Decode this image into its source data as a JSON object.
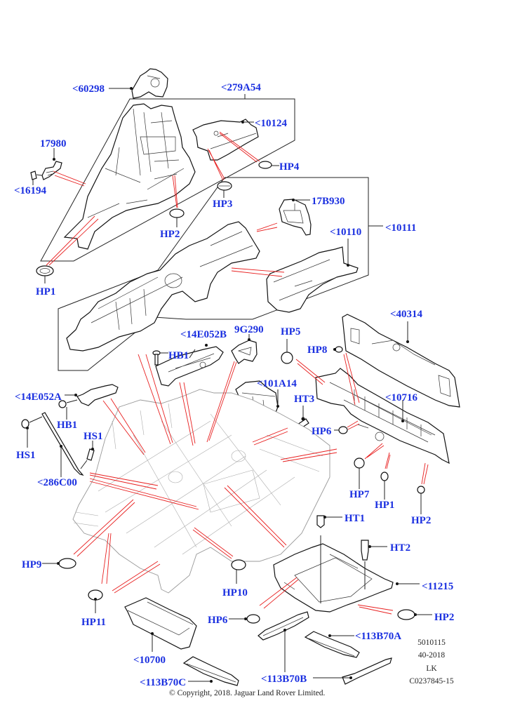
{
  "diagram": {
    "title": "Floor pan and rear body structure - exploded parts view",
    "callouts": [
      {
        "id": "c-60298",
        "text": "<60298"
      },
      {
        "id": "c-279A54",
        "text": "<279A54"
      },
      {
        "id": "c-10124",
        "text": "<10124"
      },
      {
        "id": "c-17980",
        "text": "17980"
      },
      {
        "id": "c-16194",
        "text": "<16194"
      },
      {
        "id": "c-HP4",
        "text": "HP4"
      },
      {
        "id": "c-HP3",
        "text": "HP3"
      },
      {
        "id": "c-HP2-top",
        "text": "HP2"
      },
      {
        "id": "c-17B930",
        "text": "17B930"
      },
      {
        "id": "c-10110",
        "text": "<10110"
      },
      {
        "id": "c-10111",
        "text": "<10111"
      },
      {
        "id": "c-HP1-top",
        "text": "HP1"
      },
      {
        "id": "c-40314",
        "text": "<40314"
      },
      {
        "id": "c-14E052B",
        "text": "<14E052B"
      },
      {
        "id": "c-9G290",
        "text": "9G290"
      },
      {
        "id": "c-HP5",
        "text": "HP5"
      },
      {
        "id": "c-HP8",
        "text": "HP8"
      },
      {
        "id": "c-HB1-top",
        "text": "HB1"
      },
      {
        "id": "c-101A14",
        "text": "<101A14"
      },
      {
        "id": "c-HT3",
        "text": "HT3"
      },
      {
        "id": "c-10716",
        "text": "<10716"
      },
      {
        "id": "c-14E052A",
        "text": "<14E052A"
      },
      {
        "id": "c-HB1-left",
        "text": "HB1"
      },
      {
        "id": "c-HS1-left",
        "text": "HS1"
      },
      {
        "id": "c-HS1-mid",
        "text": "HS1"
      },
      {
        "id": "c-HP6-right",
        "text": "HP6"
      },
      {
        "id": "c-286C00",
        "text": "<286C00"
      },
      {
        "id": "c-HP7",
        "text": "HP7"
      },
      {
        "id": "c-HP1-right",
        "text": "HP1"
      },
      {
        "id": "c-HP2-right",
        "text": "HP2"
      },
      {
        "id": "c-HT1",
        "text": "HT1"
      },
      {
        "id": "c-HT2",
        "text": "HT2"
      },
      {
        "id": "c-HP9",
        "text": "HP9"
      },
      {
        "id": "c-HP10",
        "text": "HP10"
      },
      {
        "id": "c-11215",
        "text": "<11215"
      },
      {
        "id": "c-HP11",
        "text": "HP11"
      },
      {
        "id": "c-HP6-bottom",
        "text": "HP6"
      },
      {
        "id": "c-HP2-bottom",
        "text": "HP2"
      },
      {
        "id": "c-113B70A",
        "text": "<113B70A"
      },
      {
        "id": "c-10700",
        "text": "<10700"
      },
      {
        "id": "c-113B70B",
        "text": "<113B70B"
      },
      {
        "id": "c-113B70C",
        "text": "<113B70C"
      }
    ],
    "meta": {
      "line1": "5010115",
      "line2": "40-2018",
      "line3": "LK",
      "line4": "C0237845-15"
    },
    "copyright": "© Copyright, 2018. Jaguar Land Rover Limited.",
    "colors": {
      "callout": "#1a2fe0",
      "leader_red": "#e82020",
      "line": "#111111"
    }
  }
}
